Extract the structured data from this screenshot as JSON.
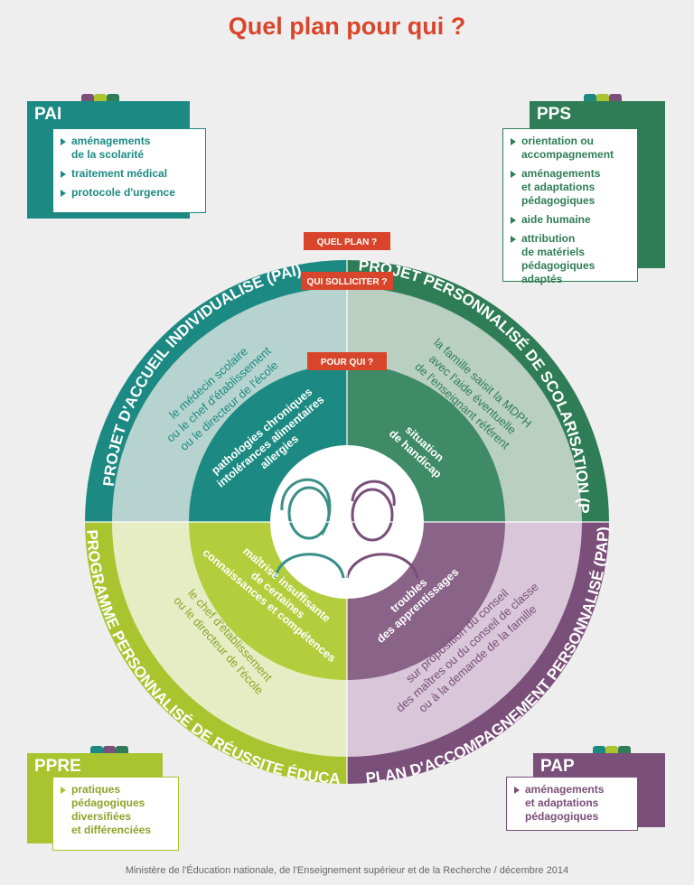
{
  "title": "Quel plan pour qui ?",
  "labels": {
    "quel_plan": "QUEL PLAN ?",
    "qui_solliciter": "QUI SOLLICITER ?",
    "pour_qui": "POUR QUI ?"
  },
  "quadrants": {
    "pai": {
      "plan": "PROJET D'ACCUEIL INDIVIDUALISÉ (PAI)",
      "contact": [
        "le médecin scolaire",
        "ou le chef d'établissement",
        "ou le directeur de l'école"
      ],
      "target": [
        "pathologies chroniques",
        "intolérances alimentaires",
        "allergies"
      ]
    },
    "pps": {
      "plan": "PROJET PERSONNALISÉ DE SCOLARISATION (PPS)",
      "contact": [
        "la famille saisit la MDPH",
        "avec l'aide éventuelle",
        "de l'enseignant référent"
      ],
      "target": [
        "situation",
        "de handicap"
      ]
    },
    "ppre": {
      "plan": "PROGRAMME PERSONNALISÉ DE RÉUSSITE ÉDUCATIVE (PPRE)",
      "contact": [
        "le chef d'établissement",
        "ou le directeur de l'école"
      ],
      "target": [
        "maîtrise insuffisante",
        "de certaines",
        "connaissances et compétences"
      ]
    },
    "pap": {
      "plan": "PLAN D'ACCOMPAGNEMENT PERSONNALISÉ (PAP)",
      "contact": [
        "sur proposition du conseil",
        "des maîtres ou du conseil de classe",
        "ou à la demande de la famille"
      ],
      "target": [
        "troubles",
        "des apprentissages"
      ]
    }
  },
  "cards": {
    "pai": {
      "title": "PAI",
      "items": [
        "aménagements\nde la scolarité",
        "traitement médical",
        "protocole d'urgence"
      ]
    },
    "pps": {
      "title": "PPS",
      "items": [
        "orientation ou\naccompagnement",
        "aménagements\net adaptations\npédagogiques",
        "aide humaine",
        "attribution\nde matériels\npédagogiques adaptés"
      ]
    },
    "ppre": {
      "title": "PPRE",
      "items": [
        "pratiques\npédagogiques\ndiversifiées\net différenciées"
      ]
    },
    "pap": {
      "title": "PAP",
      "items": [
        "aménagements\net adaptations\npédagogiques"
      ]
    }
  },
  "colors": {
    "pai": "#1c8a82",
    "pps": "#2f7d56",
    "ppre": "#a9c42f",
    "pap": "#7a4f79",
    "accent": "#d9452b",
    "tab_purple": "#7a4f79",
    "tab_lime": "#a9c42f",
    "tab_teal": "#1c8a82"
  },
  "credit": "Ministère de l'Éducation nationale, de l'Enseignement supérieur et de la Recherche / décembre 2014"
}
